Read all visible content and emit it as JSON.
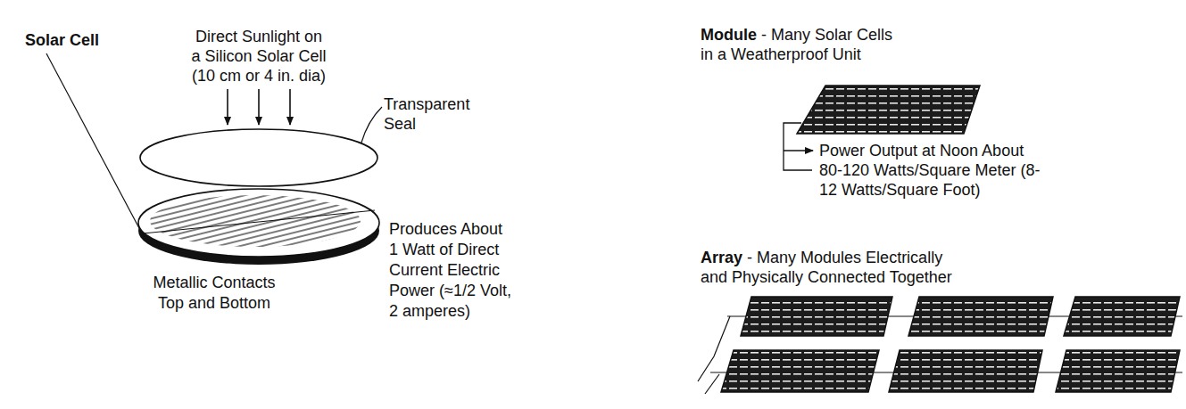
{
  "diagram": {
    "labels": [
      "Solar Cell",
      "Direct Sunlight on a Silicon Solar Cell (10 cm or 4 in. dia)",
      "Transparent Seal",
      "Produces About 1 Watt of Direct Current Electric Power (≈1/2 Volt, 2 amperes)",
      "Metallic Contacts Top and Bottom",
      "Module",
      "- Many Solar Cells in a Weatherproof Unit",
      "Power Output at Noon About 80-120 Watts/Square Meter (8-12 Watts/Square Foot)",
      "Array",
      "- Many Modules Electrically and Physically Connected Together"
    ]
  }
}
